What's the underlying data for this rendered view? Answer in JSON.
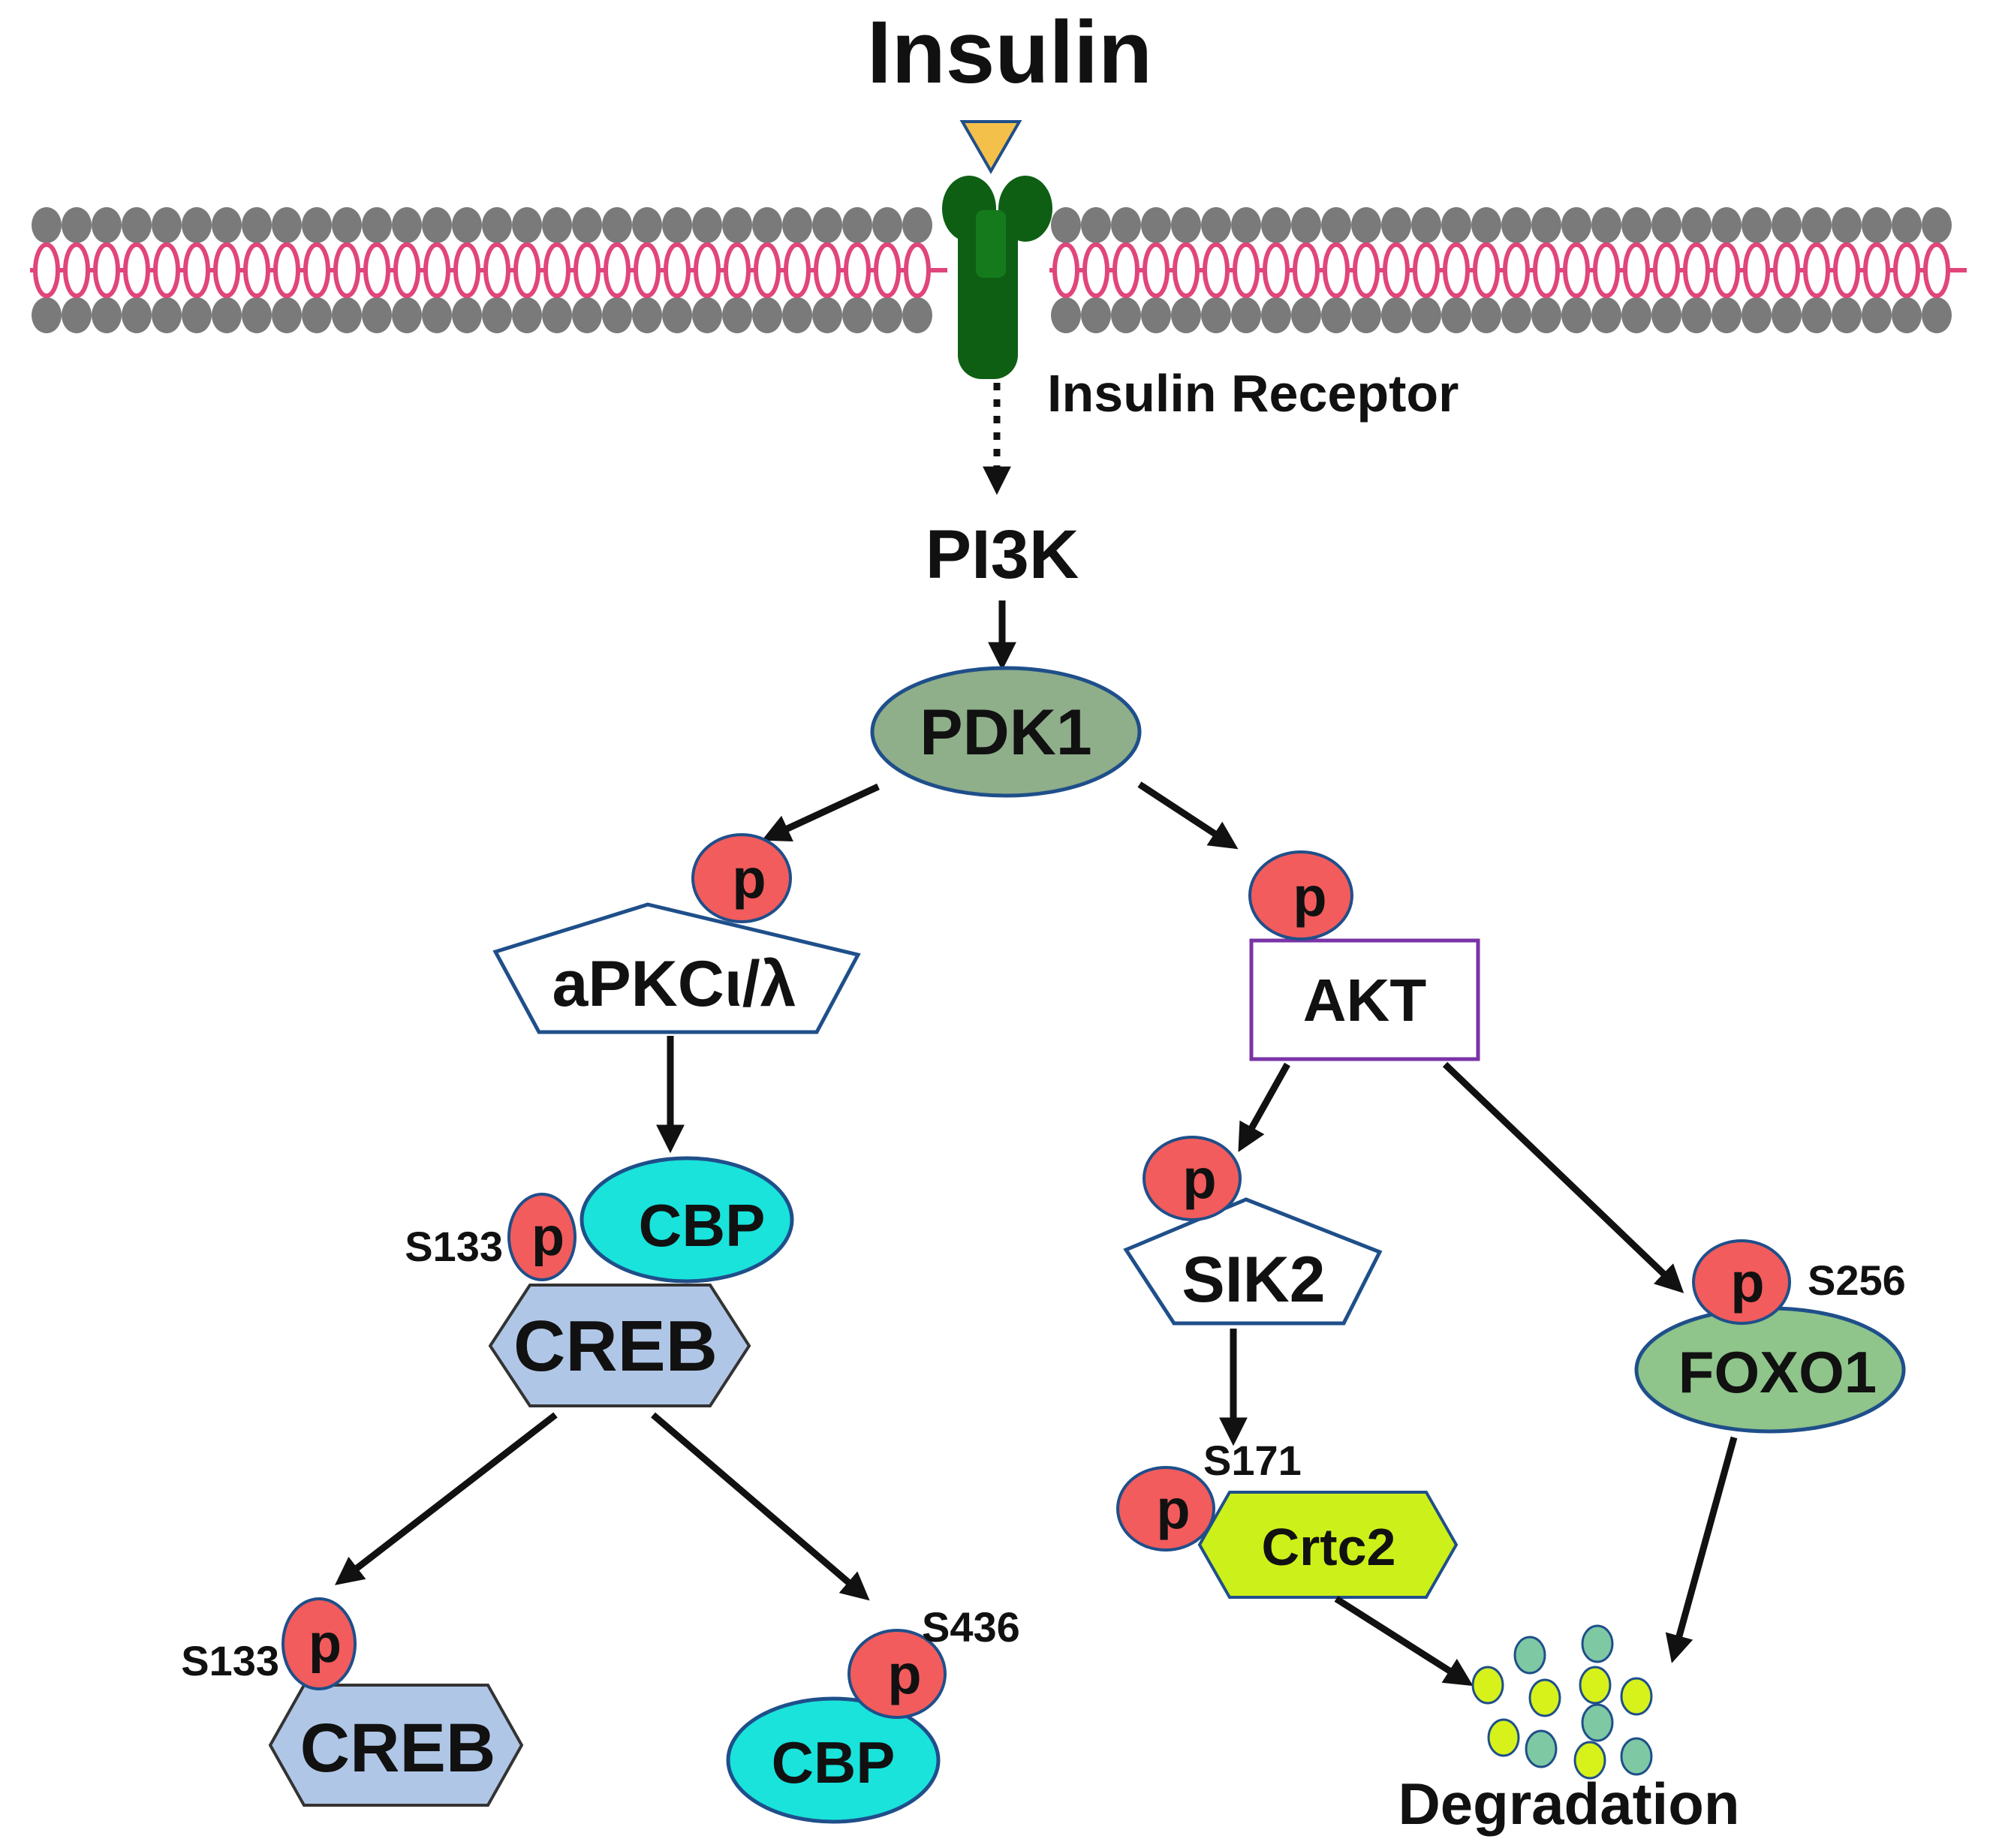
{
  "title": "Insulin",
  "receptor_label": "Insulin Receptor",
  "nodes": {
    "pi3k": "PI3K",
    "pdk1": "PDK1",
    "apkc": "aPKCι/λ",
    "akt": "AKT",
    "cbp_complex": "CBP",
    "creb_complex": "CREB",
    "sik2": "SIK2",
    "foxo1": "FOXO1",
    "crtc2": "Crtc2",
    "creb_free": "CREB",
    "cbp_free": "CBP"
  },
  "phospho": {
    "symbol": "p",
    "creb_complex_site": "S133",
    "foxo1_site": "S256",
    "crtc2_site": "S171",
    "creb_free_site": "S133",
    "cbp_free_site": "S436"
  },
  "outcome": "Degradation",
  "colors": {
    "receptor": "#0e5f14",
    "ligand": "#f3c04a",
    "membrane_head": "#7a7a7a",
    "membrane_tail": "#e0457b",
    "phospho": "#f25c5c",
    "pdk1_fill": "#8fae8a",
    "foxo1_fill": "#8fc48a",
    "cbp_fill": "#19e3db",
    "creb_fill": "#b0c6e6",
    "crtc2_fill": "#ccf01a",
    "akt_border": "#7a33a6",
    "outline": "#1f4f8a"
  }
}
